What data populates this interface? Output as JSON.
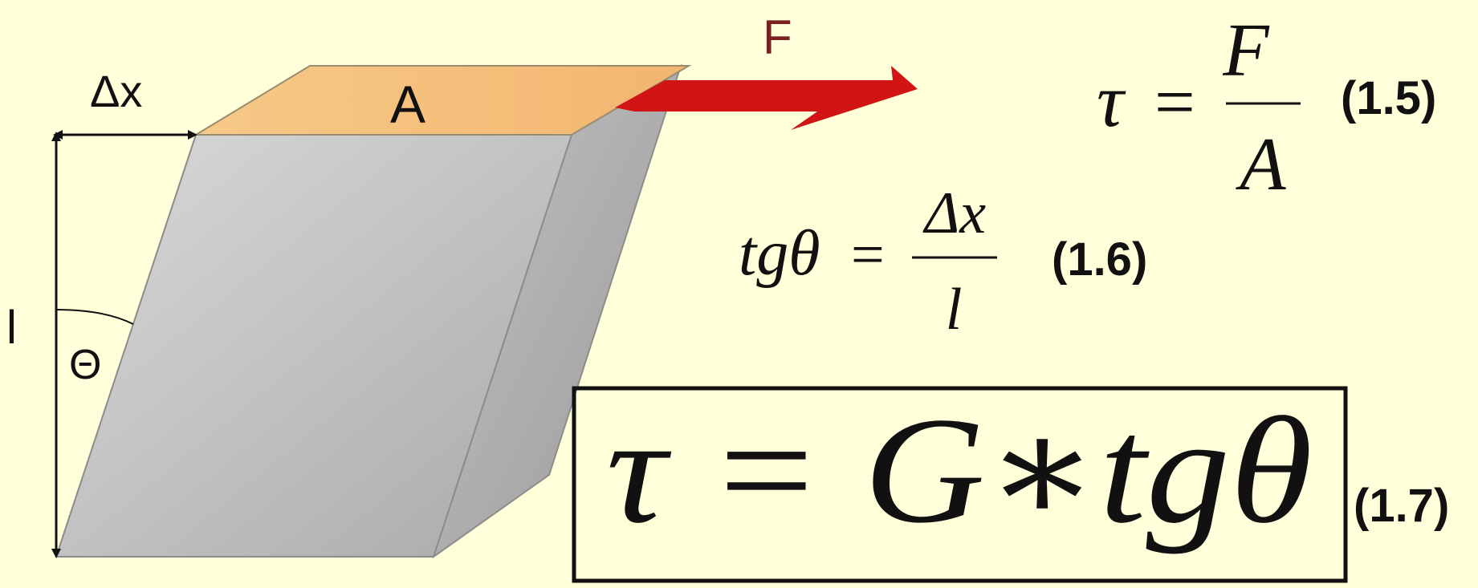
{
  "colors": {
    "background": "#FFFFD9",
    "block_front": "#C9C9C9",
    "block_side": "#B4B4B4",
    "block_top": "#F5C27E",
    "arrow": "#D11515",
    "label": "#111111",
    "force_label": "#7A2020"
  },
  "diagram": {
    "labels": {
      "dx": "Δx",
      "area": "A",
      "force": "F",
      "length": "l",
      "theta": "Θ"
    }
  },
  "equations": {
    "eq15": {
      "lhs": "τ",
      "op": "=",
      "num": "F",
      "den": "A",
      "number": "(1.5)"
    },
    "eq16": {
      "lhs": "tgθ",
      "op": "=",
      "num": "Δx",
      "den": "l",
      "number": "(1.6)"
    },
    "eq17": {
      "text": "τ = G∗tgθ",
      "number": "(1.7)"
    }
  }
}
